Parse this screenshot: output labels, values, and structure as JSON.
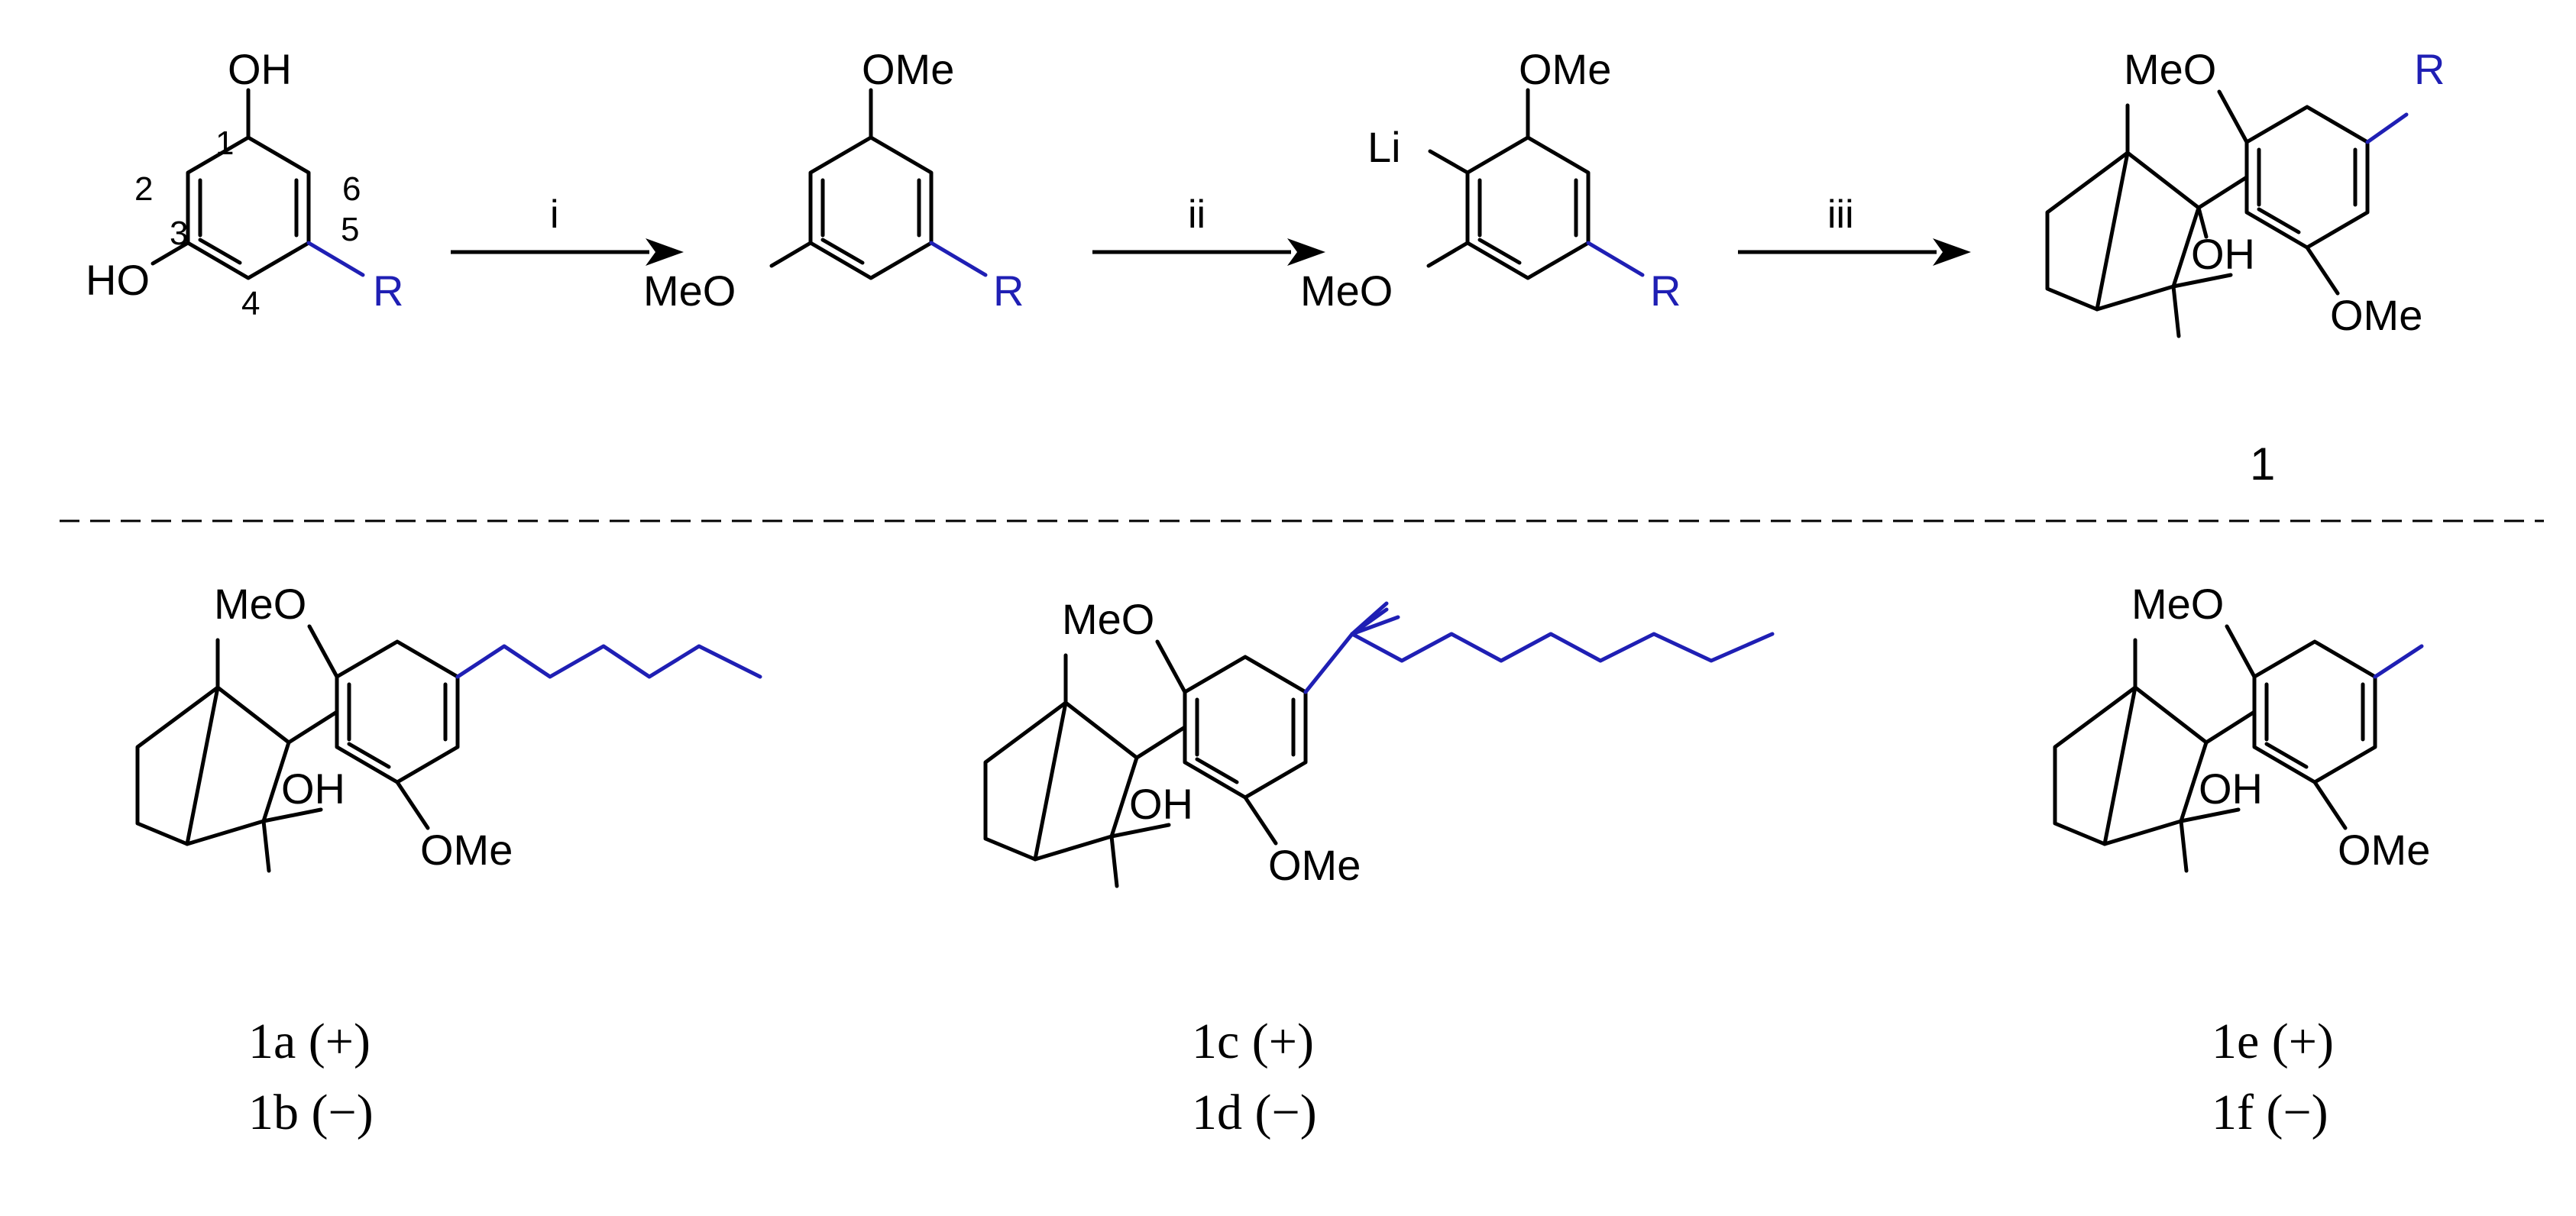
{
  "colors": {
    "bond": "#000000",
    "substituent": "#1f1fb4"
  },
  "atoms": {
    "oh": "OH",
    "ho": "HO",
    "ome": "OMe",
    "meo": "MeO",
    "li": "Li",
    "r": "R"
  },
  "ring_numbers": [
    "1",
    "2",
    "3",
    "4",
    "5",
    "6"
  ],
  "steps": [
    "i",
    "ii",
    "iii"
  ],
  "compound_number": "1",
  "products": [
    {
      "label_1": "1a (+)",
      "label_2": "1b (−)"
    },
    {
      "label_1": "1c (+)",
      "label_2": "1d (−)"
    },
    {
      "label_1": "1e (+)",
      "label_2": "1f (−)"
    }
  ]
}
